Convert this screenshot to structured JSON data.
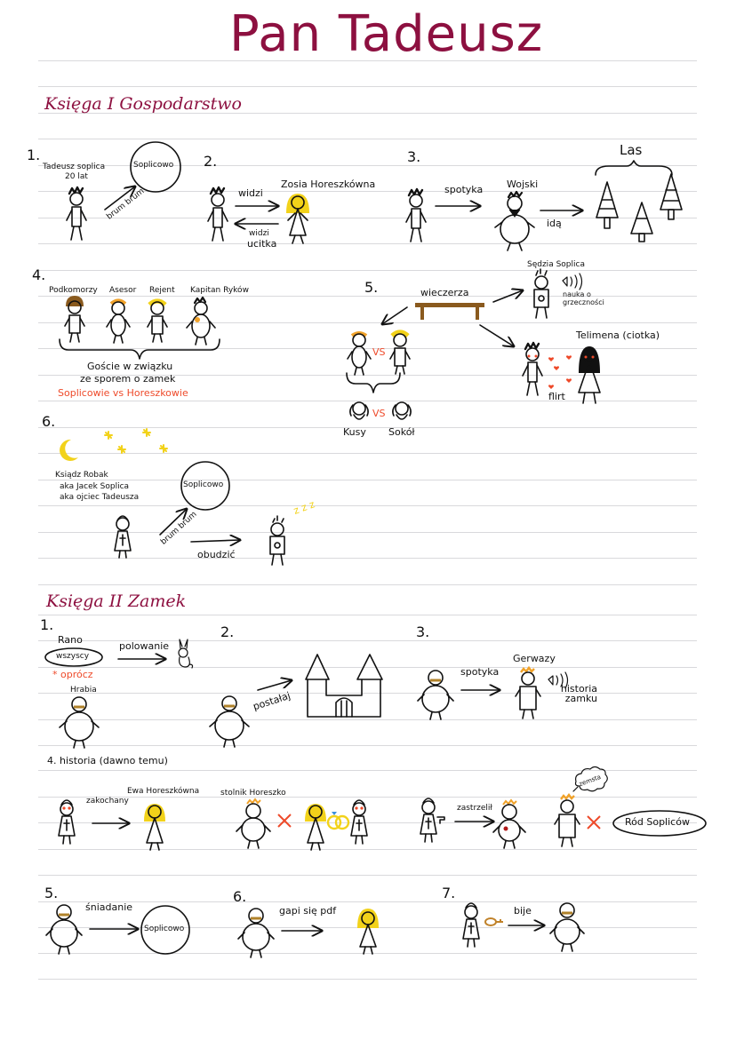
{
  "title": "Pan Tadeusz",
  "colors": {
    "title": "#8d1040",
    "ink": "#111111",
    "accent_red": "#ee4a2a",
    "hair_yellow": "#f2d21a",
    "hair_orange": "#f0a22a",
    "hair_brown": "#8a5a1e",
    "table_brown": "#8a5a1e",
    "rule": "#d9d9dc"
  },
  "book1": {
    "heading": "Księga I  Gospodarstwo",
    "scenes": [
      {
        "number": "1.",
        "labels": {
          "character": "Tadeusz soplica",
          "age": "20 lat",
          "place": "Soplicowo",
          "arrow": "brum brum"
        }
      },
      {
        "number": "2.",
        "labels": {
          "arrow_to": "widzi",
          "target": "Zosia Horeszkówna",
          "arrow_back": "widzi",
          "back_note": "ucitka"
        }
      },
      {
        "number": "3.",
        "labels": {
          "arrow_to": "spotyka",
          "target": "Wojski",
          "arrow_next": "idą",
          "forest": "Las"
        }
      },
      {
        "number": "4.",
        "characters": [
          "Podkomorzy",
          "Asesor",
          "Rejent",
          "Kapitan Ryków"
        ],
        "caption_line1": "Goście w związku",
        "caption_line2": "ze sporem o zamek",
        "caption_red": "Soplicowie vs Horeszkowie"
      },
      {
        "number": "5.",
        "labels": {
          "table": "wieczerza",
          "judge": "Sędzia Soplica",
          "judge_speech": "nauka o grzeczności",
          "telimena": "Telimena (ciotka)",
          "flirt": "flirt",
          "vs": "VS",
          "dog1": "Kusy",
          "dog2": "Sokół"
        }
      },
      {
        "number": "6.",
        "labels": {
          "priest_line1": "Ksiądz Robak",
          "priest_line2": "aka Jacek Soplica",
          "priest_line3": "aka ojciec Tadeusza",
          "place": "Soplicowo",
          "arrow": "brum brum",
          "arrow2": "obudzić",
          "sleep": "z z z"
        }
      }
    ]
  },
  "book2": {
    "heading": "Księga II  Zamek",
    "scenes": [
      {
        "number": "1.",
        "labels": {
          "time": "Rano",
          "oval": "wszyscy",
          "except": "* oprócz",
          "who": "Hrabia",
          "arrow": "polowanie"
        }
      },
      {
        "number": "2.",
        "labels": {
          "arrow": "postałaj"
        }
      },
      {
        "number": "3.",
        "labels": {
          "arrow": "spotyka",
          "target": "Gerwazy",
          "speech": "historia zamku"
        }
      },
      {
        "number": "4.",
        "heading": "4. historia (dawno temu)",
        "labels": {
          "arrow1": "zakochany",
          "ewa": "Ewa Horeszkówna",
          "stolnik": "stolnik Horeszko",
          "arrow2": "zastrzelił",
          "thought": "zemsta",
          "oval": "Ród Sopliców"
        }
      },
      {
        "number": "5.",
        "labels": {
          "arrow": "śniadanie",
          "place": "Soplicowo"
        }
      },
      {
        "number": "6.",
        "labels": {
          "arrow": "gapi się pdf"
        }
      },
      {
        "number": "7.",
        "labels": {
          "arrow": "bije"
        }
      }
    ]
  }
}
